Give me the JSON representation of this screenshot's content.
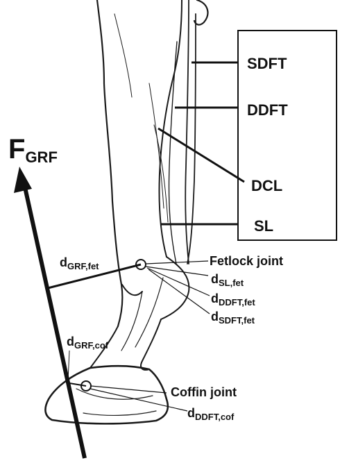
{
  "force": {
    "symbol": "F",
    "subscript": "GRF"
  },
  "tendon_labels": {
    "sdft": "SDFT",
    "ddft": "DDFT",
    "dcl": "DCL",
    "sl": "SL"
  },
  "joints": {
    "fetlock": "Fetlock joint",
    "coffin": "Coffin joint"
  },
  "moment_arms": {
    "grf_fet": {
      "symbol": "d",
      "subscript": "GRF,fet"
    },
    "sl_fet": {
      "symbol": "d",
      "subscript": "SL,fet"
    },
    "ddft_fet": {
      "symbol": "d",
      "subscript": "DDFT,fet"
    },
    "sdft_fet": {
      "symbol": "d",
      "subscript": "SDFT,fet"
    },
    "grf_cof": {
      "symbol": "d",
      "subscript": "GRF,cof"
    },
    "ddft_cof": {
      "symbol": "d",
      "subscript": "DDFT,cof"
    }
  },
  "colors": {
    "ink": "#111111",
    "background": "#ffffff",
    "sketch": "#cfcfcf"
  }
}
